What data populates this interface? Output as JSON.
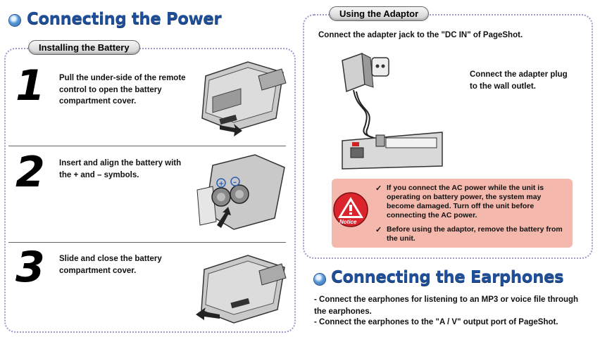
{
  "power": {
    "title": "Connecting the Power",
    "battery_label": "Installing the Battery",
    "steps": [
      {
        "num": "1",
        "text": "Pull the under-side of the remote control to open the battery compartment cover."
      },
      {
        "num": "2",
        "text": "Insert and align the battery with the  + and  – symbols."
      },
      {
        "num": "3",
        "text": "Slide and close the battery compartment cover."
      }
    ]
  },
  "adaptor": {
    "label": "Using the Adaptor",
    "intro": "Connect the adapter jack to the \"DC IN\" of PageShot.",
    "plug_note": "Connect the adapter plug to the wall outlet.",
    "notice_label": "Notice",
    "warnings": [
      "If you connect the AC power while the unit is operating on battery power, the system may become damaged. Turn off the unit before connecting the AC power.",
      "Before using the adaptor, remove the battery from the unit."
    ]
  },
  "earphones": {
    "title": "Connecting the Earphones",
    "lines": [
      "- Connect the earphones for listening to an MP3 or voice file through the earphones.",
      "- Connect the earphones to the \"A / V\" output port of PageShot."
    ]
  },
  "colors": {
    "heading": "#1f4f99",
    "warning_bg": "#f4b8ad",
    "notice_red": "#d9252b"
  }
}
